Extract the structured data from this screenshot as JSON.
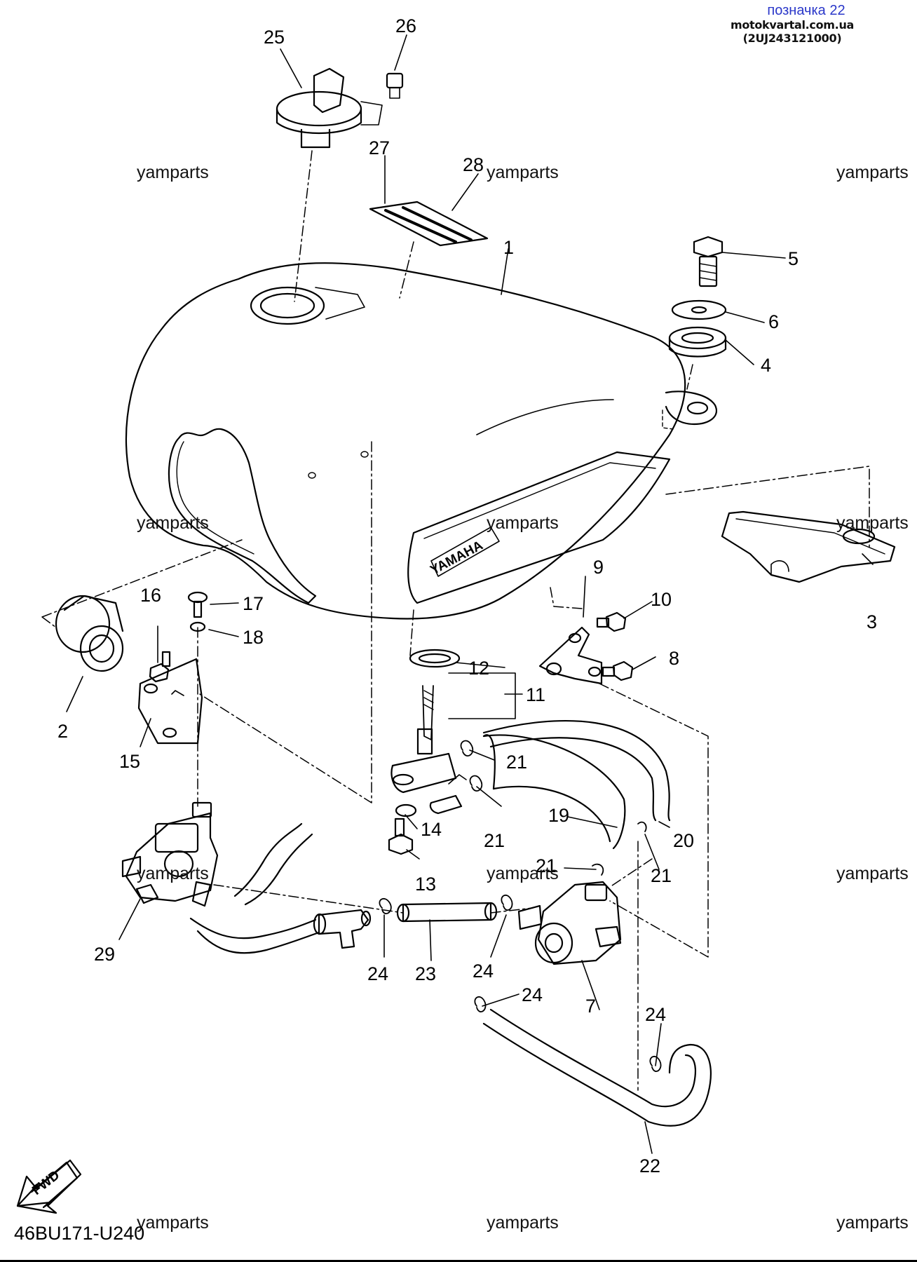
{
  "header": {
    "title": "позначка 22",
    "source": "motokvartal.com.ua (2UJ243121000)"
  },
  "watermark": "yamparts",
  "diagram_code": "46BU171-U240",
  "fwd_label": "FWD",
  "tank_brand": "YAMAHA",
  "callouts": {
    "c1": "1",
    "c2": "2",
    "c3": "3",
    "c4": "4",
    "c5": "5",
    "c6": "6",
    "c7": "7",
    "c8": "8",
    "c9": "9",
    "c10": "10",
    "c11": "11",
    "c12": "12",
    "c13": "13",
    "c14": "14",
    "c15": "15",
    "c16": "16",
    "c17": "17",
    "c18": "18",
    "c19": "19",
    "c20": "20",
    "c21a": "21",
    "c21b": "21",
    "c21c": "21",
    "c21d": "21",
    "c22": "22",
    "c23": "23",
    "c24a": "24",
    "c24b": "24",
    "c24c": "24",
    "c24d": "24",
    "c25": "25",
    "c26": "26",
    "c27": "27",
    "c28": "28",
    "c29": "29"
  }
}
